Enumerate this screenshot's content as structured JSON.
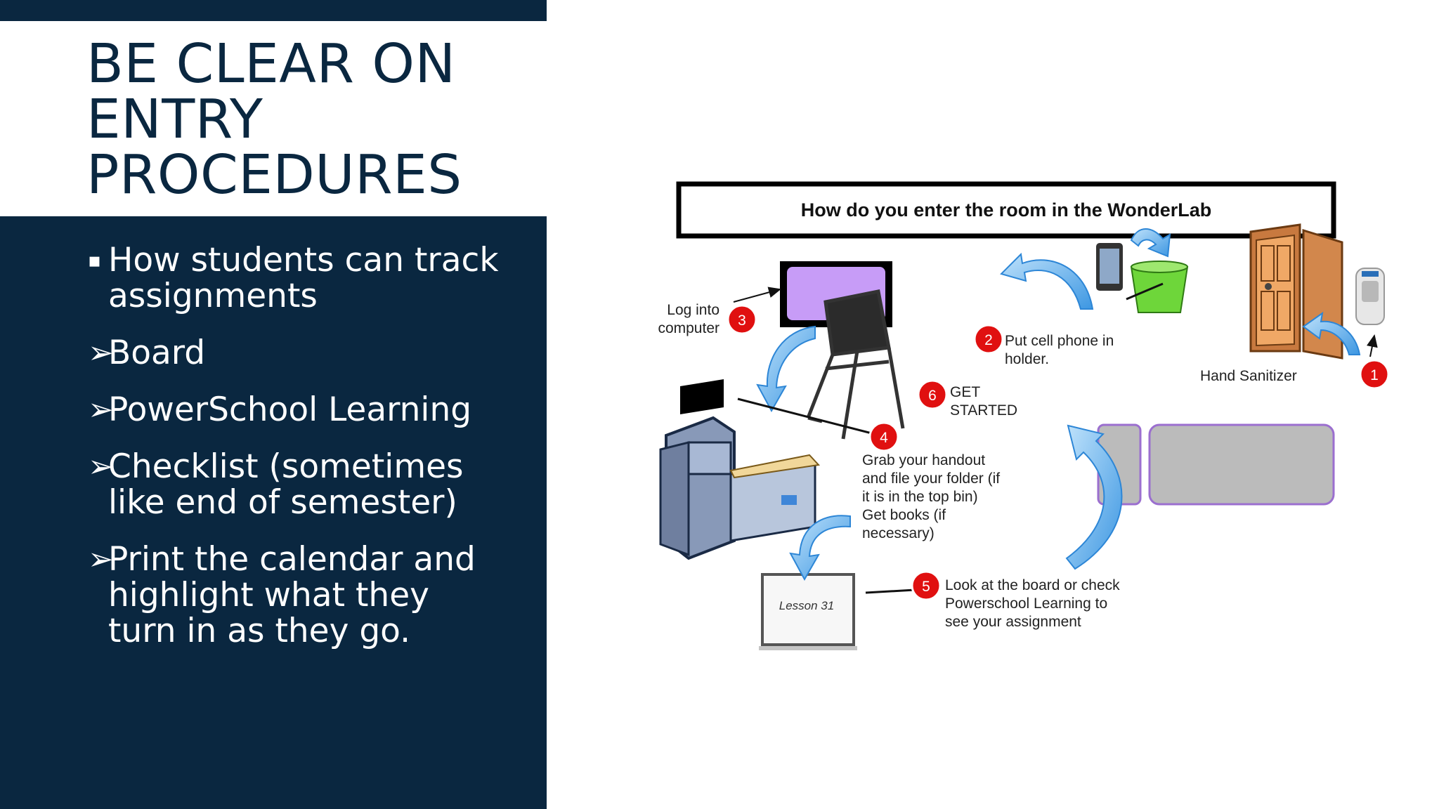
{
  "slide": {
    "title_lines": [
      "BE CLEAR ON",
      "ENTRY",
      "PROCEDURES"
    ],
    "bullets": [
      {
        "marker": "▪",
        "lines": [
          "How students can track",
          "assignments"
        ]
      },
      {
        "marker": "➢",
        "lines": [
          "Board"
        ]
      },
      {
        "marker": "➢",
        "lines": [
          "PowerSchool Learning"
        ]
      },
      {
        "marker": "➢",
        "lines": [
          "Checklist (sometimes",
          "like end of semester)"
        ]
      },
      {
        "marker": "➢",
        "lines": [
          "Print the calendar and",
          "highlight what they",
          "turn in as they go."
        ]
      }
    ]
  },
  "diagram": {
    "header": "How do you enter the room in the WonderLab",
    "steps": [
      {
        "number": "1",
        "lines": [
          "Hand Sanitizer"
        ]
      },
      {
        "number": "2",
        "lines": [
          "Put cell phone  in",
          "holder."
        ]
      },
      {
        "number": "3",
        "lines": [
          "Log into",
          "computer"
        ]
      },
      {
        "number": "4",
        "lines": [
          "Grab your handout",
          "and file your folder (if",
          "it is in the top bin)",
          "Get books (if",
          "necessary)"
        ]
      },
      {
        "number": "5",
        "lines": [
          "Look at the board or check",
          "Powerschool Learning  to",
          "see your assignment"
        ]
      },
      {
        "number": "6",
        "lines": [
          "GET",
          "STARTED"
        ]
      }
    ],
    "whiteboard_text": "Lesson 31",
    "colors": {
      "badge": "#e01010",
      "arrow": "#4aa3ea",
      "monitor": "#c79cf7",
      "table": "#bbbbbb",
      "table_border": "#9b6fcf",
      "bucket": "#6ed63a",
      "door": "#d2874c"
    }
  }
}
